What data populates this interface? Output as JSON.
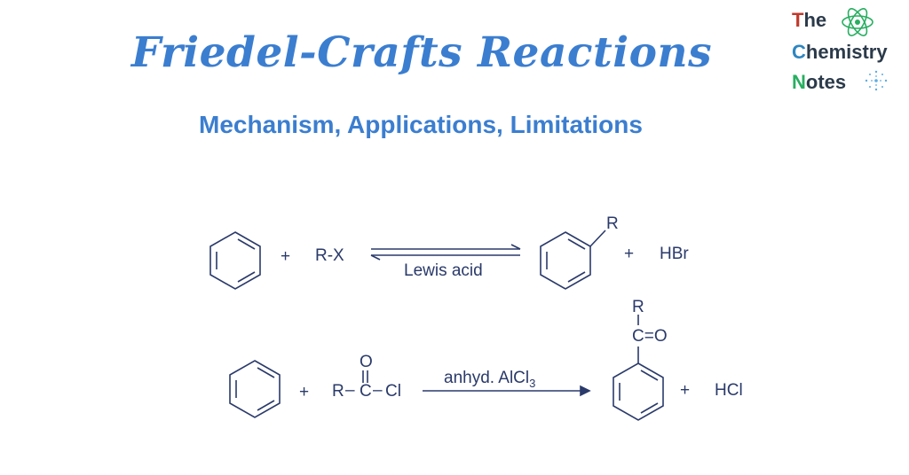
{
  "header": {
    "title": "Friedel-Crafts Reactions",
    "subtitle": "Mechanism, Applications, Limitations"
  },
  "logo": {
    "lines": [
      {
        "initial": "T",
        "rest": "he"
      },
      {
        "initial": "C",
        "rest": "hemistry"
      },
      {
        "initial": "N",
        "rest": "otes"
      }
    ],
    "icon": "atom-icon"
  },
  "reaction_alkylation": {
    "plus_1": "+",
    "reagent": "R-X",
    "condition": "Lewis acid",
    "product_substituent": "R",
    "plus_2": "+",
    "byproduct": "HBr"
  },
  "reaction_acylation": {
    "plus_1": "+",
    "reagent_r": "R",
    "reagent_bond_1": "–",
    "reagent_carbon": "C",
    "reagent_bond_2": "–",
    "reagent_cl": "Cl",
    "reagent_oxygen": "O",
    "condition_main": "anhyd. AlCl",
    "condition_subscript": "3",
    "product_r": "R",
    "product_group": "C=O",
    "plus_2": "+",
    "byproduct": "HCl"
  },
  "colors": {
    "title": "#3b7ed0",
    "structure": "#2a3a6a"
  }
}
